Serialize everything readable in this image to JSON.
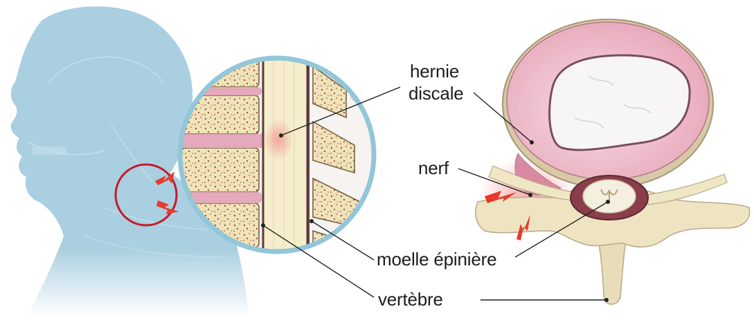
{
  "labels": {
    "hernia_line1": "hernie",
    "hernia_line2": "discale",
    "nerve": "nerf",
    "spinal_cord": "moelle épinière",
    "vertebra": "vertèbre"
  },
  "colors": {
    "head_skin": "#a9cfe0",
    "focus_ring": "#c41a2c",
    "magnifier_ring": "#92c6d8",
    "vertebral_body": "#efe3b8",
    "disc": "#e4a9bb",
    "disc_outer": "#f2c8d4",
    "pain_arrow": "#e8392b",
    "leader_line": "#222222"
  },
  "icons": {
    "pain_arrow": "lightning-arrow-icon"
  }
}
